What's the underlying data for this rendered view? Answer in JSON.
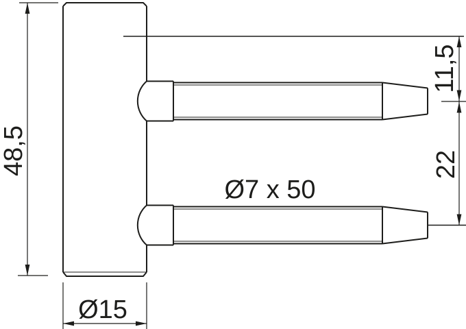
{
  "drawing": {
    "labels": {
      "overall_height": "48,5",
      "body_diameter": "Ø15",
      "top_to_pin_center": "11,5",
      "pin_center_spacing": "22",
      "pin_size": "Ø7 x 50"
    },
    "line_color": "#1d1d1b",
    "background_color": "#ffffff"
  }
}
